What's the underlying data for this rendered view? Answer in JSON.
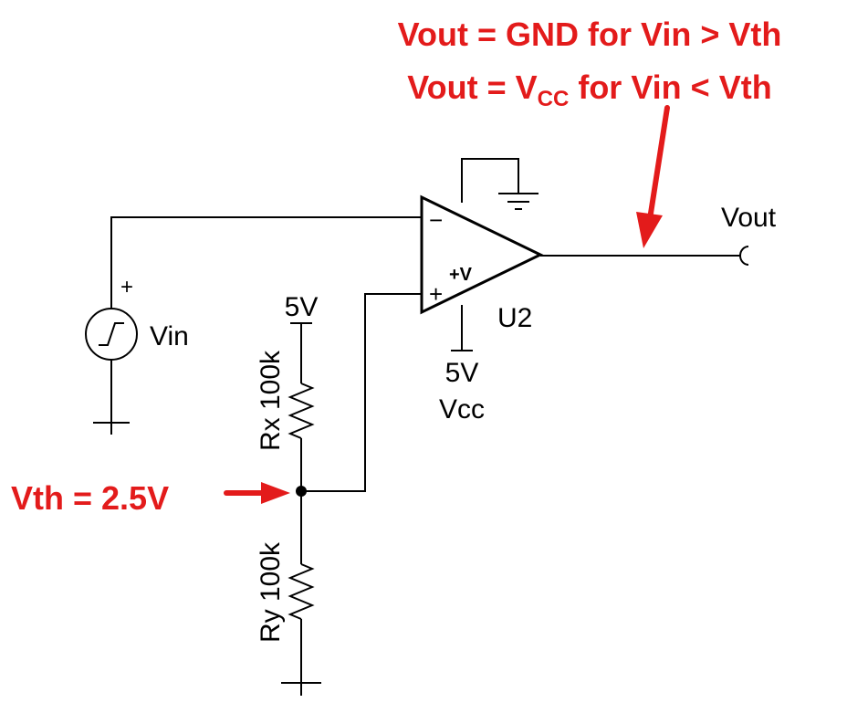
{
  "annotations": {
    "line1": "Vout = GND for Vin > Vth",
    "line2_prefix": "Vout = V",
    "line2_sub": "CC",
    "line2_suffix": " for Vin < Vth",
    "threshold": "Vth = 2.5V"
  },
  "labels": {
    "vout": "Vout",
    "vin": "Vin",
    "vin_plus": "+",
    "opamp_ref": "U2",
    "opamp_minus": "−",
    "opamp_plus": "+",
    "opamp_supply": "+V",
    "supply_top": "5V",
    "supply_vcc_value": "5V",
    "supply_vcc_name": "Vcc",
    "rx": "Rx 100k",
    "ry": "Ry 100k"
  },
  "colors": {
    "annotation": "#e31b1b",
    "wire": "#000000",
    "background": "#ffffff"
  }
}
